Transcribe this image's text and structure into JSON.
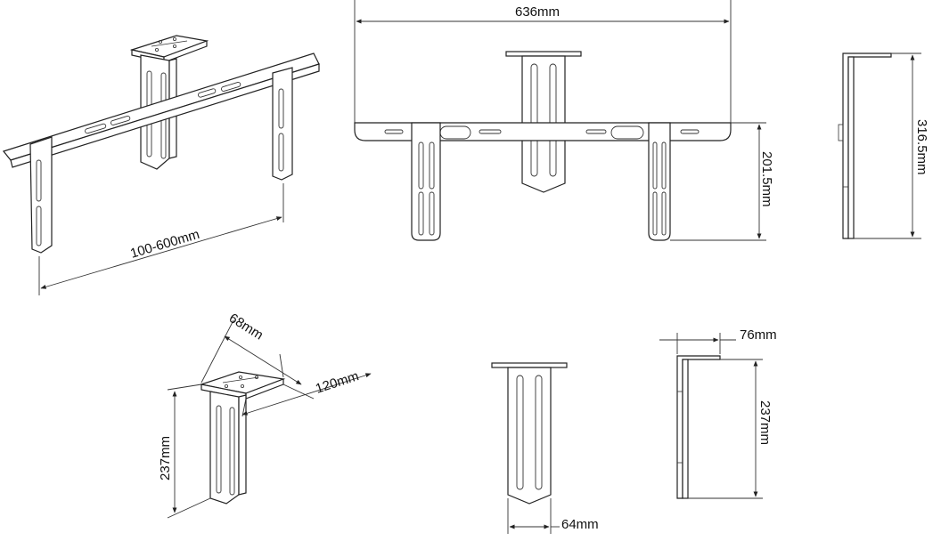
{
  "dimensions": {
    "width_range": "100-600mm",
    "total_width": "636mm",
    "front_height": "201.5mm",
    "side_height": "316.5mm",
    "plate_depth": "68mm",
    "plate_width": "120mm",
    "arm_height": "237mm",
    "arm_width": "64mm",
    "side_depth": "76mm",
    "side_arm_height": "237mm"
  }
}
